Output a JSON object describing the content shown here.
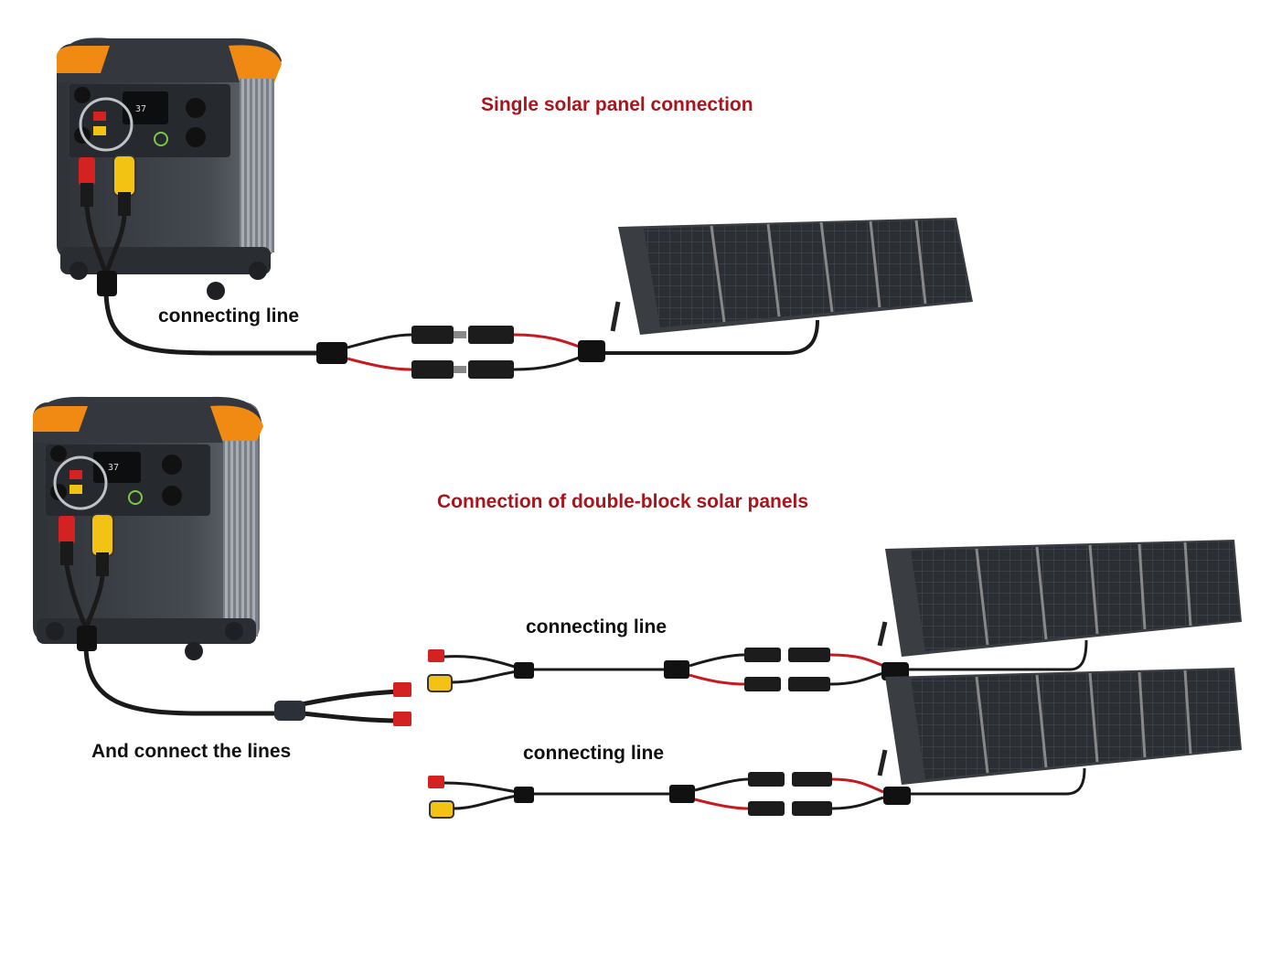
{
  "section_single": {
    "title": "Single solar panel connection",
    "caption": "connecting line"
  },
  "section_double": {
    "title": "Connection of double-block solar panels",
    "caption_merge": "And connect the lines",
    "caption_line_top": "connecting line",
    "caption_line_bottom": "connecting line"
  },
  "colors": {
    "title": "#a8151c",
    "cable": "#1a1a1a",
    "cable_red": "#c8191f",
    "station_body": "#3b3f45",
    "station_accent": "#f08a12",
    "connector_yellow": "#f3c313",
    "connector_red": "#d42121",
    "panel": "#2a2d32"
  }
}
